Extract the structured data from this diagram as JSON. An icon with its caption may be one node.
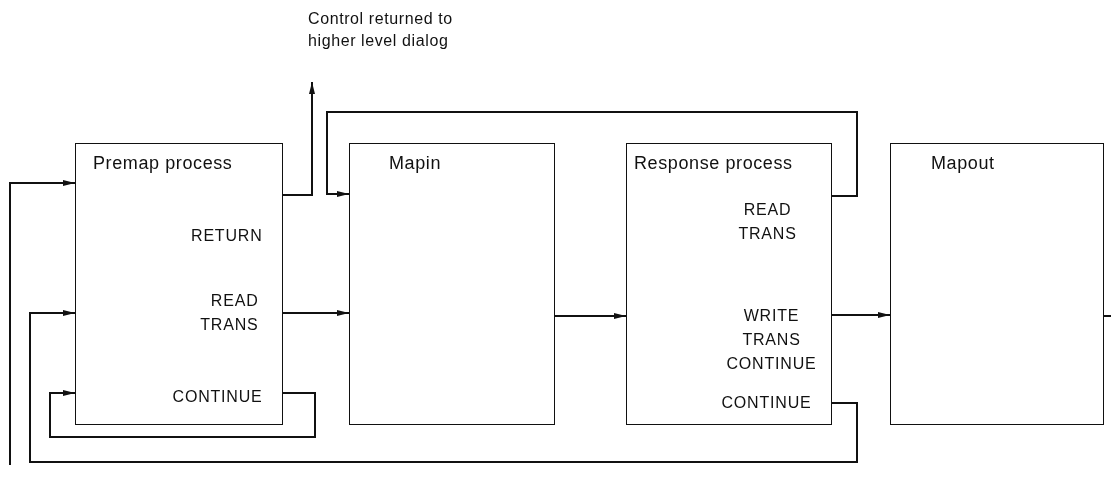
{
  "diagram": {
    "nodes": [
      {
        "text": [
          "Premap process"
        ]
      },
      {
        "text": [
          "RETURN"
        ],
        "in": 0
      },
      {
        "text": [
          "READ TRANS"
        ],
        "in": 0
      },
      {
        "text": [
          "CONTINUE"
        ],
        "in": 0
      },
      {
        "text": [
          "Mapin"
        ]
      },
      {
        "text": [
          "Response process"
        ]
      },
      {
        "text": [
          "READ TRANS"
        ],
        "in": 5
      },
      {
        "text": [
          "WRITE TRANS CONTINUE"
        ],
        "in": 5
      },
      {
        "text": [
          "CONTINUE"
        ],
        "in": 5
      },
      {
        "text": [
          "Mapout"
        ]
      },
      {
        "text": [
          "Control returned to higher level dialog"
        ]
      }
    ],
    "edges": [
      {
        "from": 1,
        "to": 10,
        "arrow": "to"
      },
      {
        "from": 2,
        "to": 4,
        "arrow": "to"
      },
      {
        "from": 3,
        "to": 0,
        "arrow": "to"
      },
      {
        "from": 4,
        "to": 5,
        "arrow": "to"
      },
      {
        "from": 6,
        "to": 4,
        "arrow": "to"
      },
      {
        "from": 7,
        "to": 9,
        "arrow": "to"
      },
      {
        "from": 8,
        "to": 0,
        "arrow": "to"
      },
      {
        "from": null,
        "to": 0,
        "arrow": "to"
      },
      {
        "from": 9,
        "to": null,
        "arrow": "none"
      }
    ]
  }
}
